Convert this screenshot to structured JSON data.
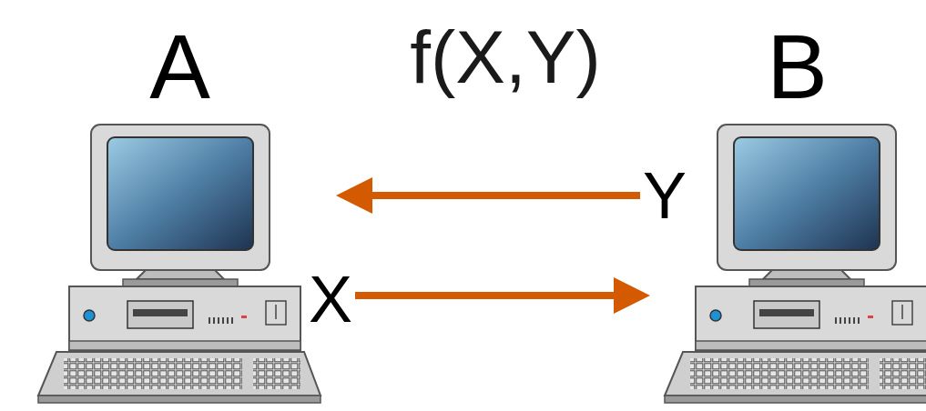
{
  "diagram": {
    "nodes": [
      {
        "text": [
          "A"
        ]
      },
      {
        "text": [
          "B"
        ]
      }
    ],
    "edges": [
      {
        "from": 1,
        "to": 0,
        "arrow": "to",
        "label": "Y"
      },
      {
        "from": 0,
        "to": 1,
        "arrow": "to",
        "label": "X"
      }
    ],
    "labels": [
      "f(X,Y)"
    ]
  }
}
